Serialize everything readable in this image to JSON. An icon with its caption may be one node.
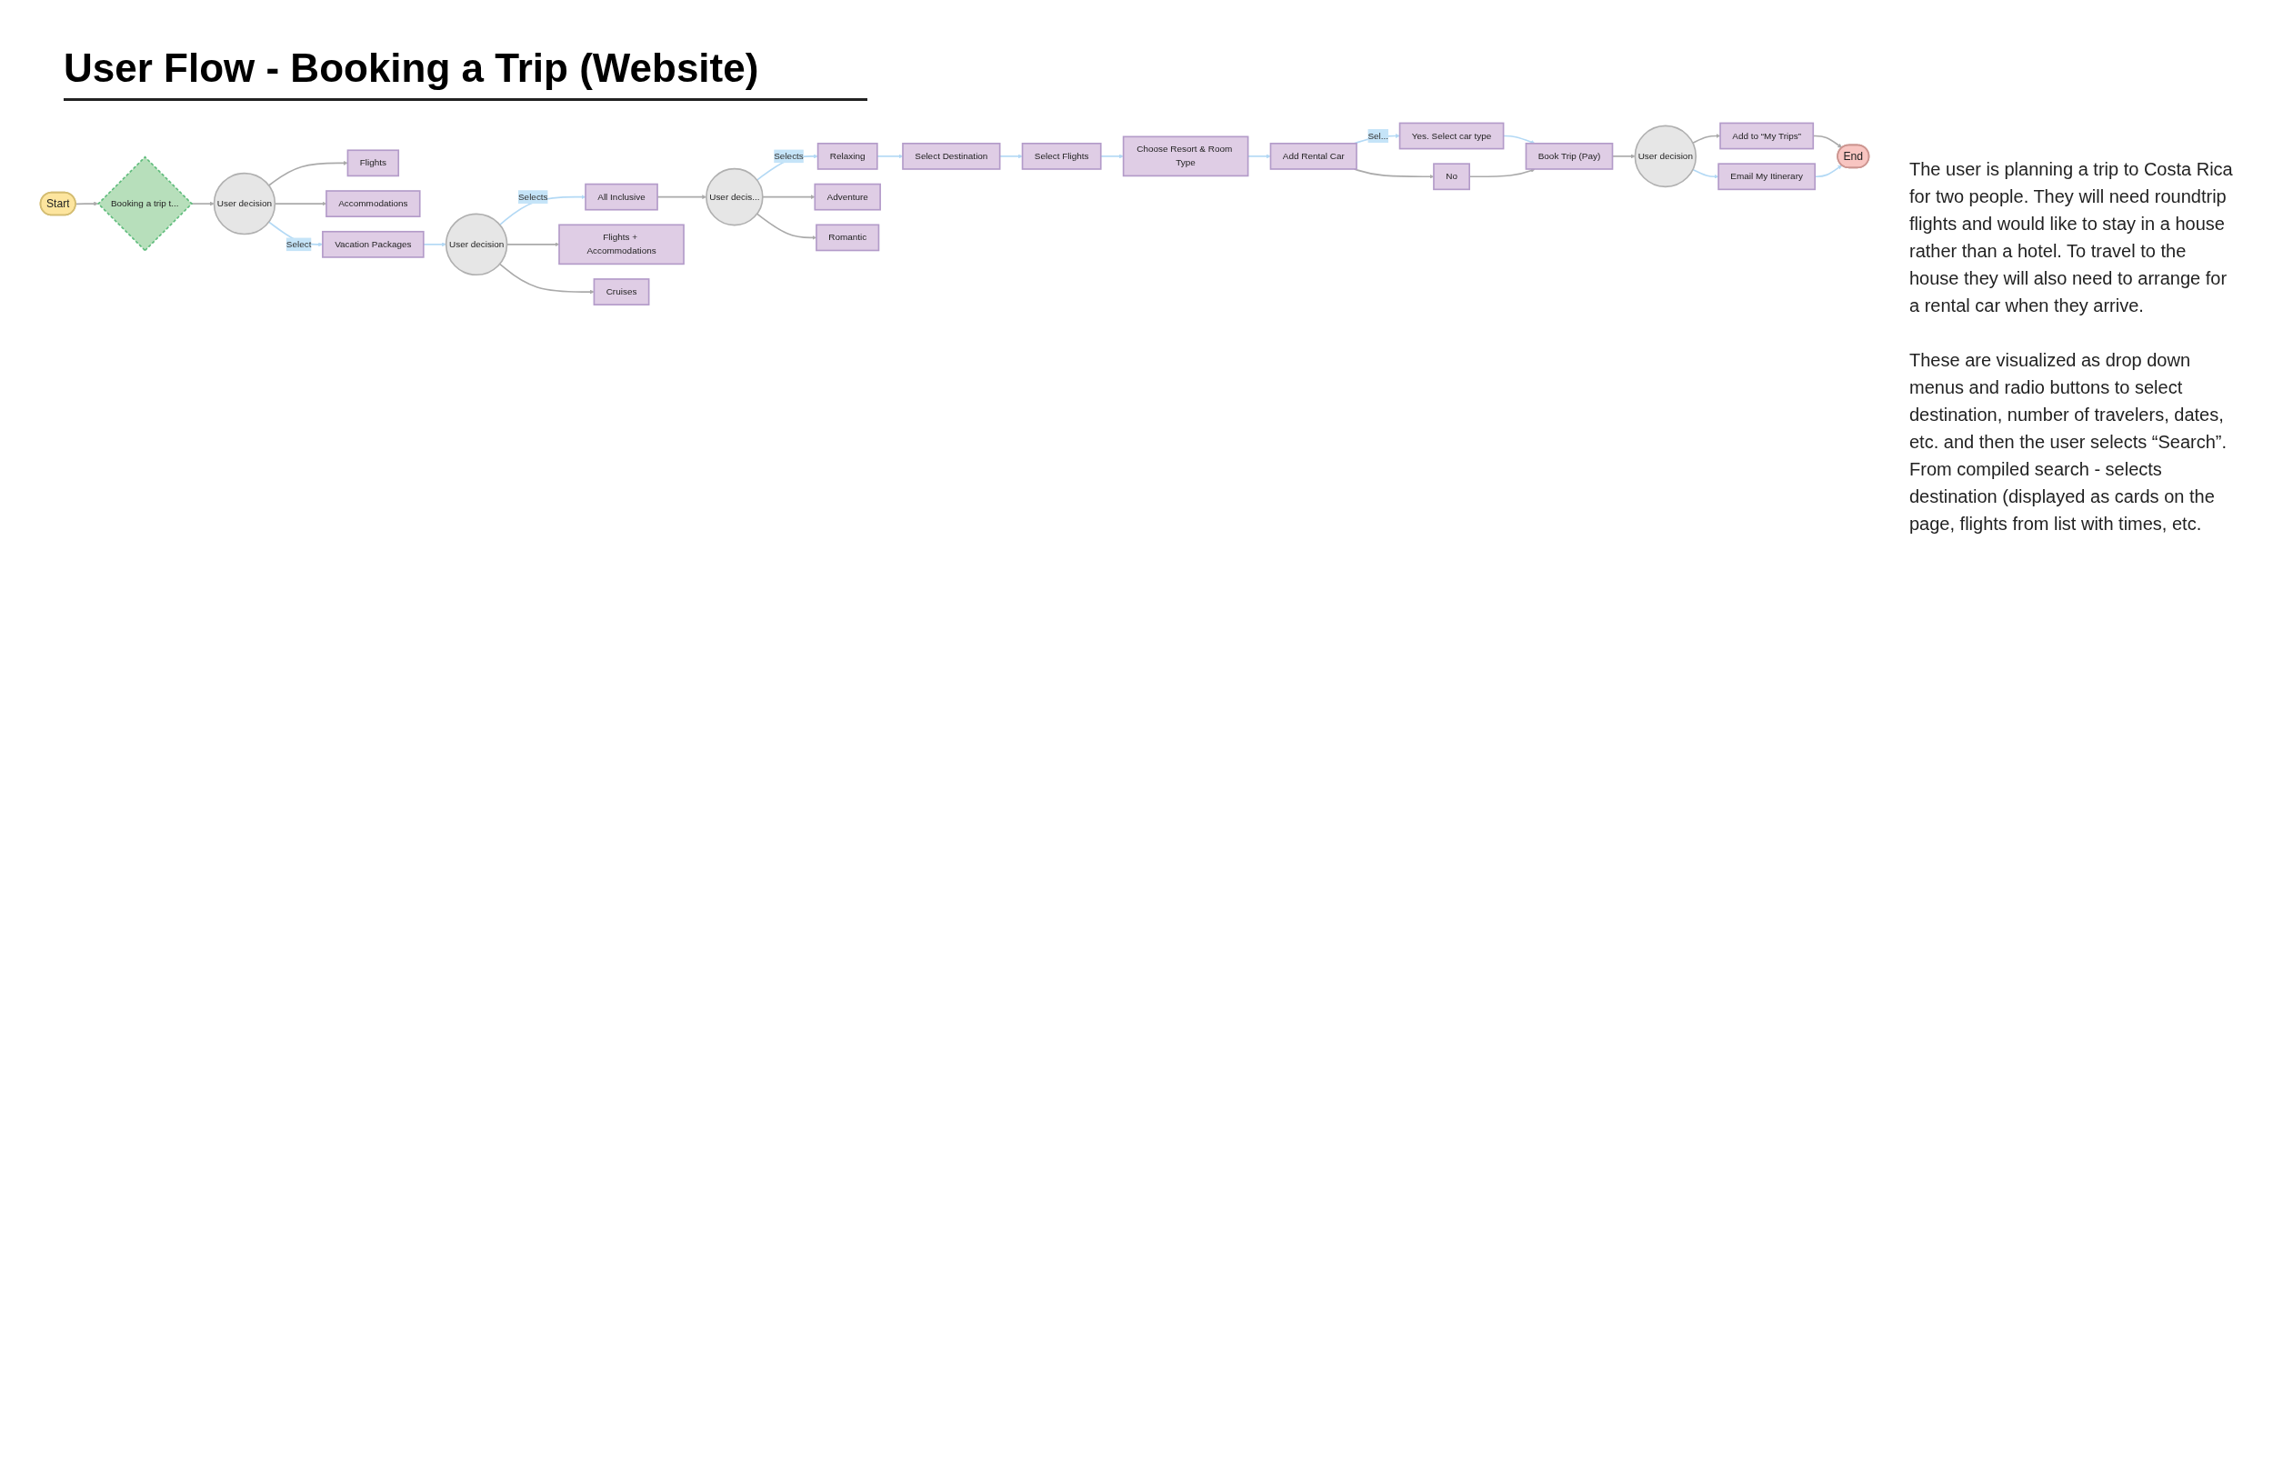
{
  "diagram": {
    "title": "User Flow - Booking a Trip (Website)",
    "nodes": [
      {
        "text": [
          "Start"
        ]
      },
      {
        "text": [
          "Booking a trip t..."
        ]
      },
      {
        "text": [
          "User decision"
        ]
      },
      {
        "text": [
          "Flights"
        ]
      },
      {
        "text": [
          "Accommodations"
        ]
      },
      {
        "text": [
          "Vacation Packages"
        ]
      },
      {
        "text": [
          "User decision"
        ]
      },
      {
        "text": [
          "All Inclusive"
        ]
      },
      {
        "text": [
          "Flights + Accommodations"
        ]
      },
      {
        "text": [
          "Cruises"
        ]
      },
      {
        "text": [
          "User decis..."
        ]
      },
      {
        "text": [
          "Relaxing"
        ]
      },
      {
        "text": [
          "Adventure"
        ]
      },
      {
        "text": [
          "Romantic"
        ]
      },
      {
        "text": [
          "Select Destination"
        ]
      },
      {
        "text": [
          "Select Flights"
        ]
      },
      {
        "text": [
          "Choose Resort & Room Type"
        ]
      },
      {
        "text": [
          "Add Rental Car"
        ]
      },
      {
        "text": [
          "Yes. Select car type"
        ]
      },
      {
        "text": [
          "No"
        ]
      },
      {
        "text": [
          "Book Trip (Pay)"
        ]
      },
      {
        "text": [
          "User decision"
        ]
      },
      {
        "text": [
          "Add to “My Trips”"
        ]
      },
      {
        "text": [
          "Email My Itinerary"
        ]
      },
      {
        "text": [
          "End"
        ]
      }
    ],
    "edges": [
      {
        "from": 0,
        "to": 1,
        "arrow": "to"
      },
      {
        "from": 1,
        "to": 2,
        "arrow": "to"
      },
      {
        "from": 2,
        "to": 3,
        "arrow": "to"
      },
      {
        "from": 2,
        "to": 4,
        "arrow": "to"
      },
      {
        "from": 2,
        "to": 5,
        "arrow": "to",
        "label": "Select",
        "color": "#b3d9f5"
      },
      {
        "from": 5,
        "to": 6,
        "arrow": "to",
        "color": "#b3d9f5"
      },
      {
        "from": 6,
        "to": 7,
        "arrow": "to",
        "label": "Selects",
        "color": "#b3d9f5"
      },
      {
        "from": 6,
        "to": 8,
        "arrow": "to"
      },
      {
        "from": 6,
        "to": 9,
        "arrow": "to"
      },
      {
        "from": 7,
        "to": 10,
        "arrow": "to"
      },
      {
        "from": 10,
        "to": 11,
        "arrow": "to",
        "label": "Selects",
        "color": "#b3d9f5"
      },
      {
        "from": 10,
        "to": 12,
        "arrow": "to"
      },
      {
        "from": 10,
        "to": 13,
        "arrow": "to"
      },
      {
        "from": 11,
        "to": 14,
        "arrow": "to",
        "color": "#b3d9f5"
      },
      {
        "from": 14,
        "to": 15,
        "arrow": "to",
        "color": "#b3d9f5"
      },
      {
        "from": 15,
        "to": 16,
        "arrow": "to",
        "color": "#b3d9f5"
      },
      {
        "from": 16,
        "to": 17,
        "arrow": "to",
        "color": "#b3d9f5"
      },
      {
        "from": 17,
        "to": 18,
        "arrow": "to",
        "label": "Sel...",
        "color": "#b3d9f5"
      },
      {
        "from": 17,
        "to": 19,
        "arrow": "to"
      },
      {
        "from": 18,
        "to": 20,
        "arrow": "to",
        "color": "#b3d9f5"
      },
      {
        "from": 19,
        "to": 20,
        "arrow": "to"
      },
      {
        "from": 20,
        "to": 21,
        "arrow": "to"
      },
      {
        "from": 21,
        "to": 22,
        "arrow": "to"
      },
      {
        "from": 21,
        "to": 23,
        "arrow": "to",
        "color": "#b3d9f5"
      },
      {
        "from": 22,
        "to": 24,
        "arrow": "to"
      },
      {
        "from": 23,
        "to": 24,
        "arrow": "to",
        "color": "#b3d9f5"
      }
    ],
    "labels": [
      "The user is planning a trip to Costa Rica for two people. They will need roundtrip flights and would like to stay in a house rather than a hotel. To travel to the house they will also need to arrange for a rental car when they arrive.",
      "These are visualized as drop down menus and radio buttons to select destination, number of travelers, dates, etc. and then the user selects “Search”. From compiled search - selects destination (displayed as cards on the page, flights from list with times, etc."
    ]
  }
}
